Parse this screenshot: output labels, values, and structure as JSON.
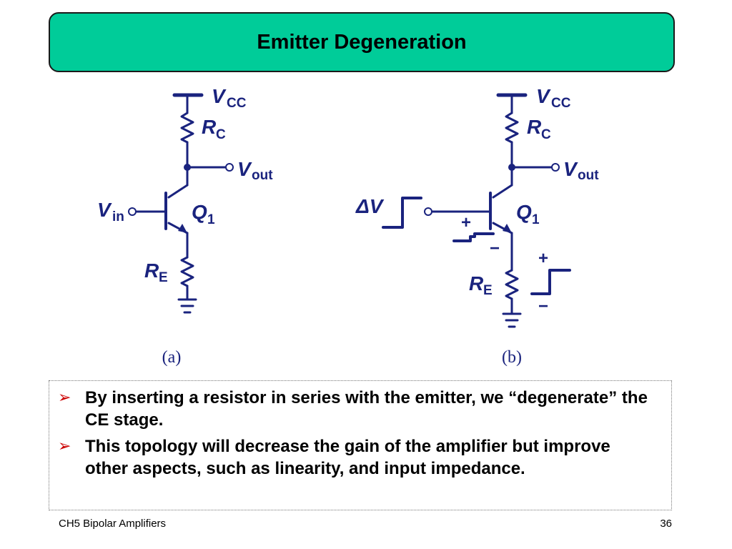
{
  "slide": {
    "title": "Emitter Degeneration",
    "bullets": [
      "By inserting a resistor in series with the emitter, we “degenerate” the CE stage.",
      "This topology will decrease the gain of the amplifier but improve other aspects, such as linearity, and input impedance."
    ],
    "footer_left": "CH5 Bipolar Amplifiers",
    "page_number": "36"
  },
  "circuit_a": {
    "vcc": "V",
    "vcc_sub": "CC",
    "rc": "R",
    "rc_sub": "C",
    "vout": "V",
    "vout_sub": "out",
    "vin": "V",
    "vin_sub": "in",
    "q": "Q",
    "q_sub": "1",
    "re": "R",
    "re_sub": "E",
    "caption": "(a)"
  },
  "circuit_b": {
    "vcc": "V",
    "vcc_sub": "CC",
    "rc": "R",
    "rc_sub": "C",
    "vout": "V",
    "vout_sub": "out",
    "dv": "ΔV",
    "q": "Q",
    "q_sub": "1",
    "re": "R",
    "re_sub": "E",
    "plus_be": "+",
    "minus_be": "−",
    "plus_re": "+",
    "minus_re": "−",
    "caption": "(b)"
  },
  "colors": {
    "title_bg": "#00cc99",
    "circuit": "#1a237e",
    "bullet_arrow": "#cc0000"
  }
}
